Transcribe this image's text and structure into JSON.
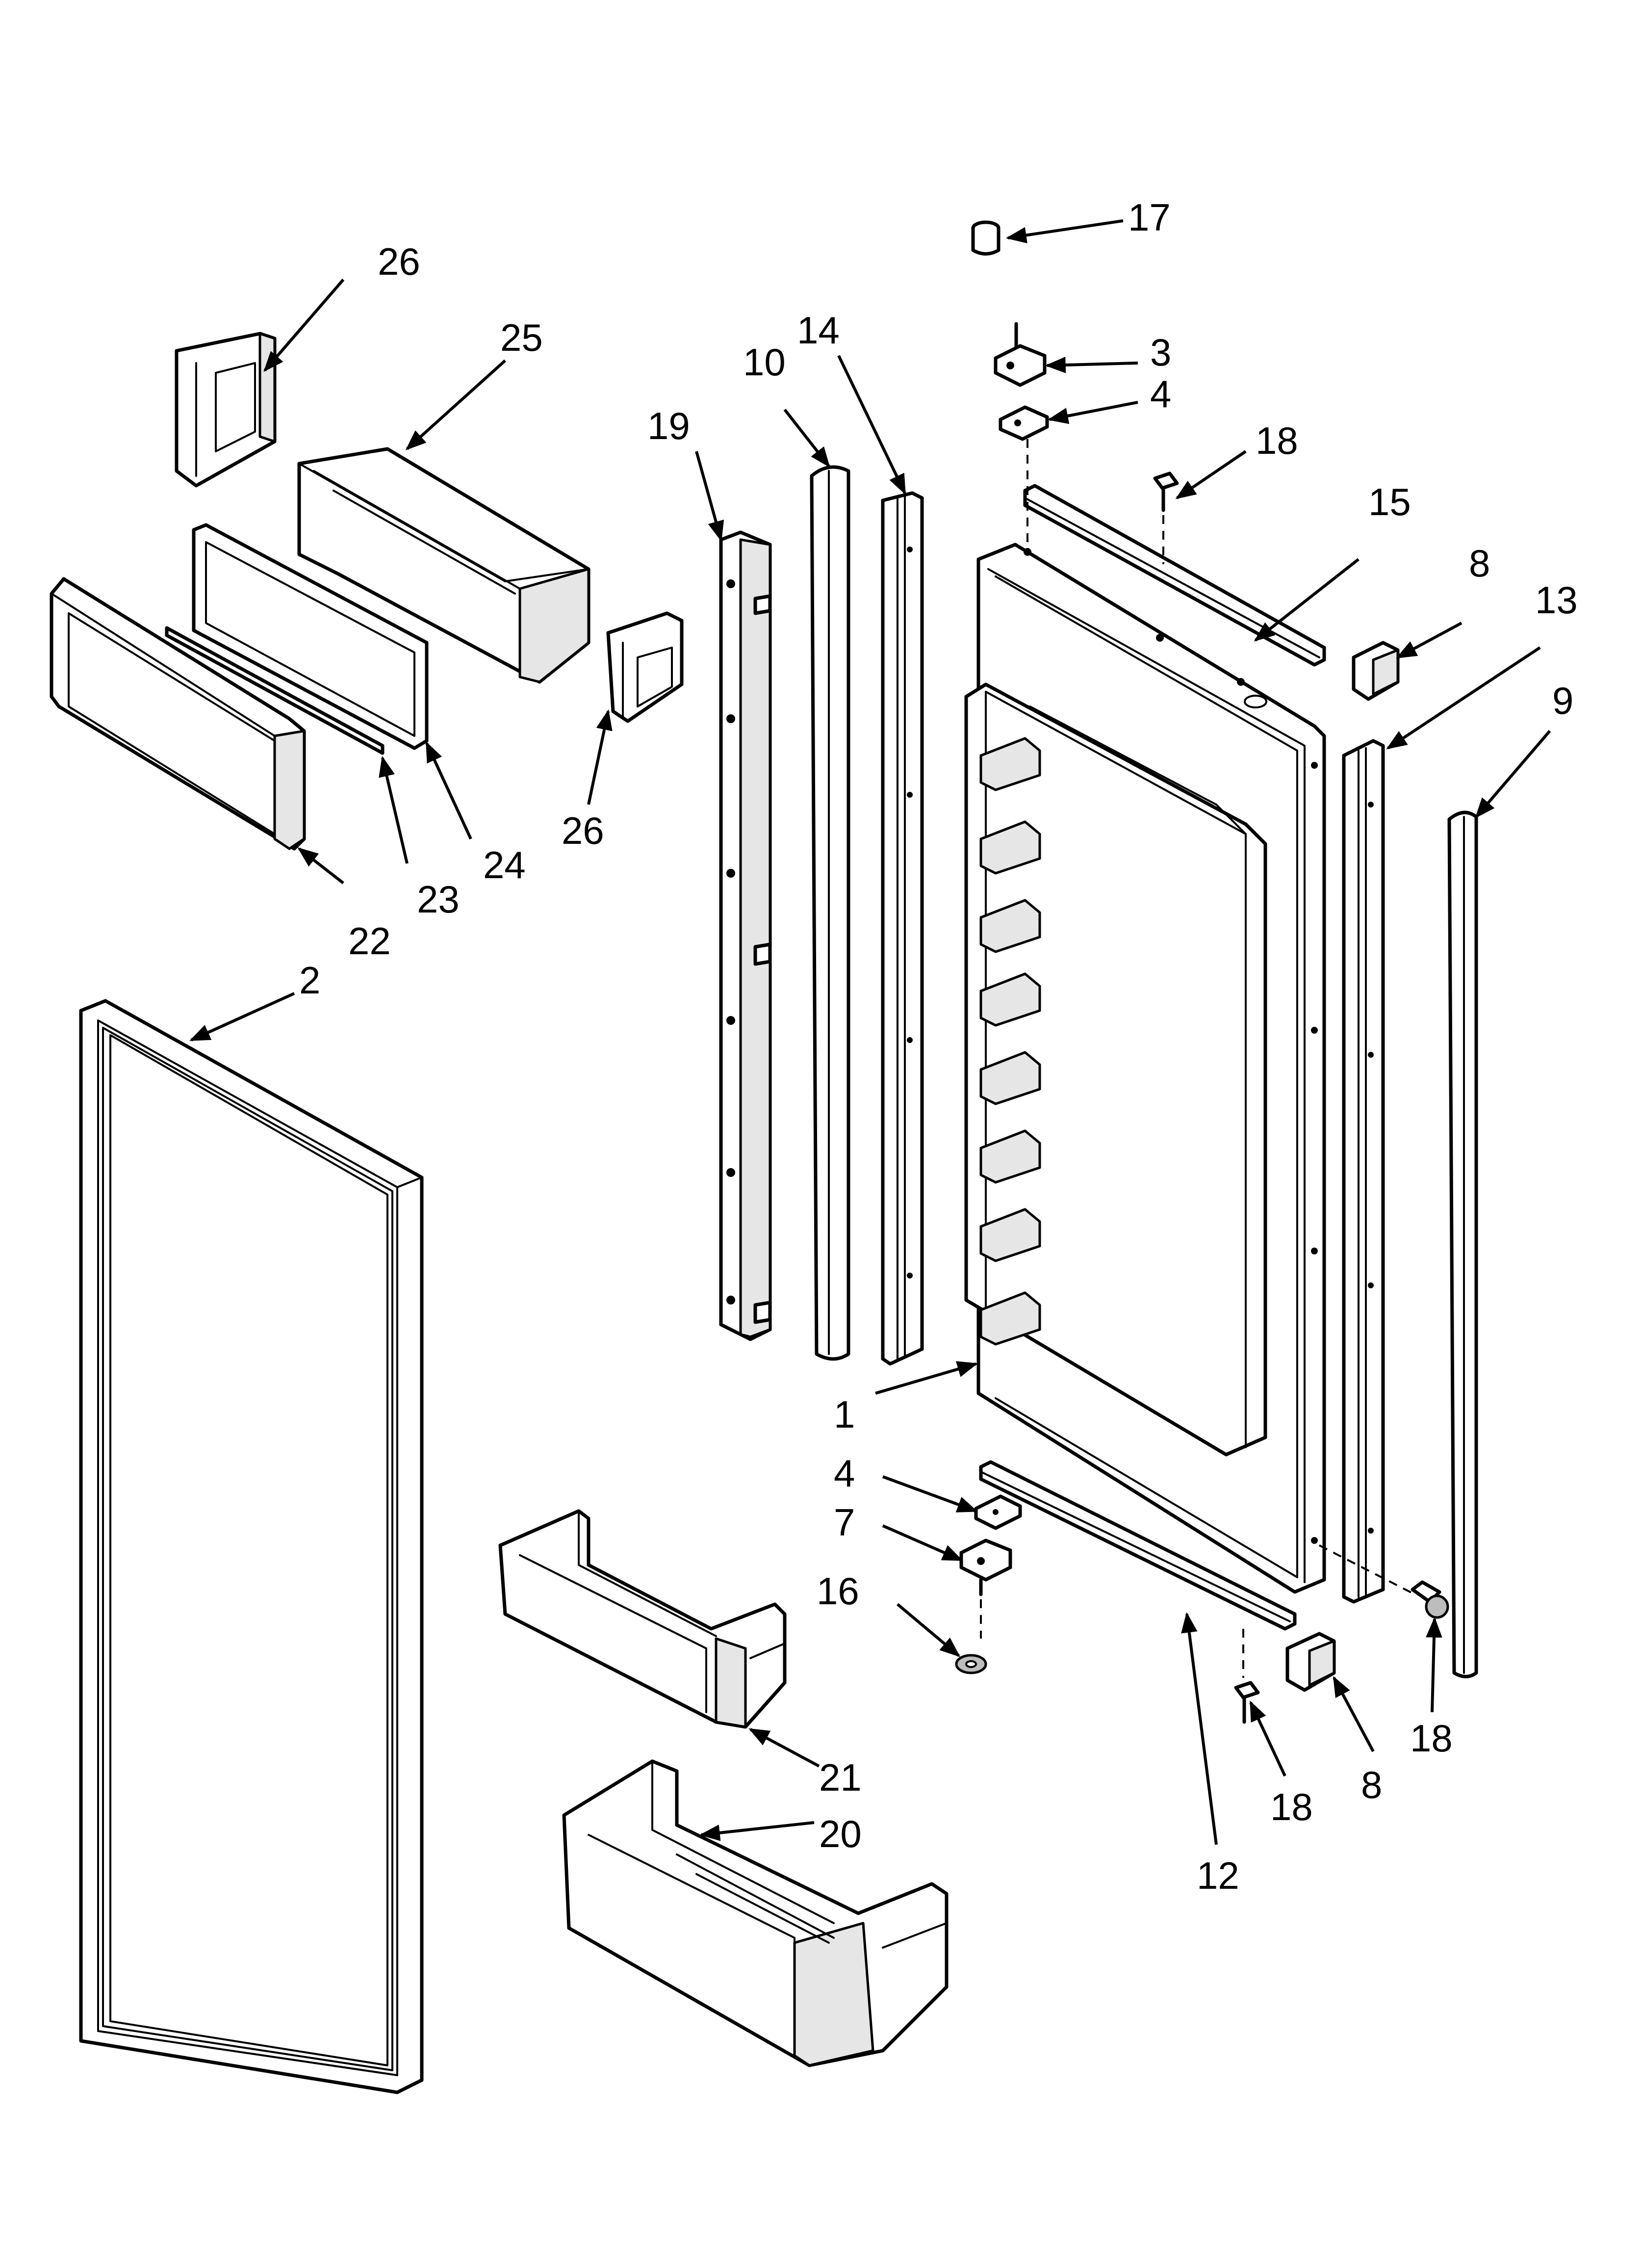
{
  "diagram": {
    "callouts": {
      "c1": "1",
      "c2": "2",
      "c3": "3",
      "c4a": "4",
      "c4b": "4",
      "c7": "7",
      "c8a": "8",
      "c8b": "8",
      "c9": "9",
      "c10": "10",
      "c12": "12",
      "c13": "13",
      "c14": "14",
      "c15": "15",
      "c16": "16",
      "c17": "17",
      "c18a": "18",
      "c18b": "18",
      "c18c": "18",
      "c19": "19",
      "c20": "20",
      "c21": "21",
      "c22": "22",
      "c23": "23",
      "c24": "24",
      "c25": "25",
      "c26a": "26",
      "c26b": "26"
    },
    "colors": {
      "line": "#000000",
      "background": "#ffffff",
      "shade": "#e6e6e6"
    }
  }
}
